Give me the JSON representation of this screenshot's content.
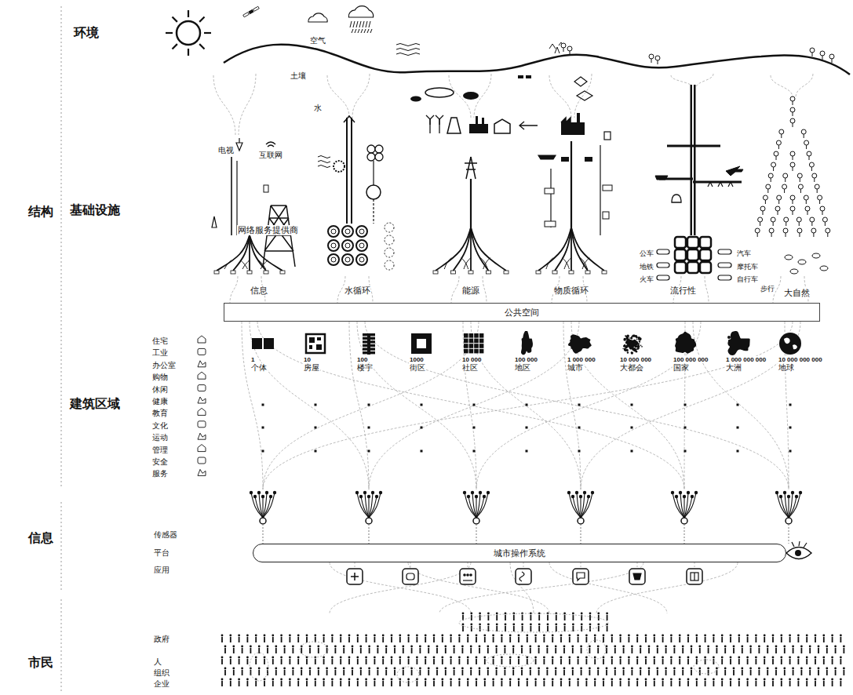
{
  "diagram": {
    "nodes": [
      {
        "text": [
          "公共空间"
        ]
      },
      {
        "text": [
          "1",
          "个体"
        ]
      },
      {
        "text": [
          "10",
          "房屋"
        ]
      },
      {
        "text": [
          "100",
          "楼宇"
        ]
      },
      {
        "text": [
          "1000",
          "街区"
        ]
      },
      {
        "text": [
          "10 000",
          "社区"
        ]
      },
      {
        "text": [
          "100 000",
          "地区"
        ]
      },
      {
        "text": [
          "1 000 000",
          "城市"
        ]
      },
      {
        "text": [
          "10 000 000",
          "大都会"
        ]
      },
      {
        "text": [
          "100 000 000",
          "国家"
        ]
      },
      {
        "text": [
          "1 000 000 000",
          "大洲"
        ]
      },
      {
        "text": [
          "10 000 000 000",
          "地球"
        ]
      },
      {
        "text": [
          "城市操作系统"
        ]
      }
    ],
    "labels": [
      "环境",
      "结构",
      "基础设施",
      "空气",
      "土壤",
      "水",
      "电视",
      "互联网",
      "网络服务提供商",
      "信息",
      "水循环",
      "能源",
      "物质循环",
      "公车",
      "地铁",
      "火车",
      "流行性",
      "汽车",
      "摩托车",
      "自行车",
      "步行",
      "大自然",
      "建筑区域",
      "住宅",
      "工业",
      "办公室",
      "购物",
      "休闲",
      "健康",
      "教育",
      "文化",
      "运动",
      "管理",
      "安全",
      "服务",
      "信息",
      "传感器",
      "平台",
      "应用",
      "市民",
      "政府",
      "人",
      "组织",
      "企业"
    ]
  }
}
